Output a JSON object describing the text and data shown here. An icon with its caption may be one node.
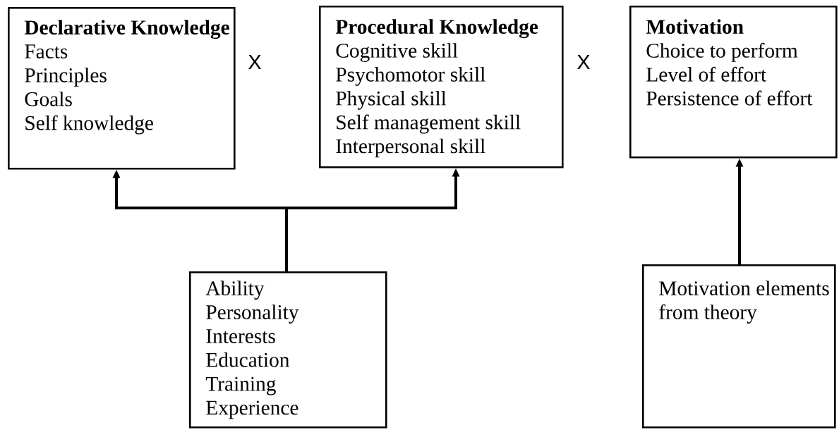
{
  "diagram": {
    "nodes": [
      {
        "text": [
          "Declarative Knowledge",
          "Facts",
          "Principles",
          "Goals",
          "Self knowledge"
        ]
      },
      {
        "text": [
          "Procedural Knowledge",
          "Cognitive skill",
          "Psychomotor skill",
          "Physical skill",
          "Self management skill",
          "Interpersonal skill"
        ]
      },
      {
        "text": [
          "Motivation",
          "Choice to perform",
          "Level of effort",
          "Persistence of effort"
        ]
      },
      {
        "text": [
          "Ability",
          "Personality",
          "Interests",
          "Education",
          "Training",
          "Experience"
        ]
      },
      {
        "text": [
          "Motivation elements from theory"
        ]
      }
    ],
    "edges": [
      {
        "from": 3,
        "to": 0,
        "arrow": "to"
      },
      {
        "from": 3,
        "to": 1,
        "arrow": "to"
      },
      {
        "from": 4,
        "to": 2,
        "arrow": "to"
      }
    ],
    "labels": [
      "X",
      "X"
    ]
  }
}
